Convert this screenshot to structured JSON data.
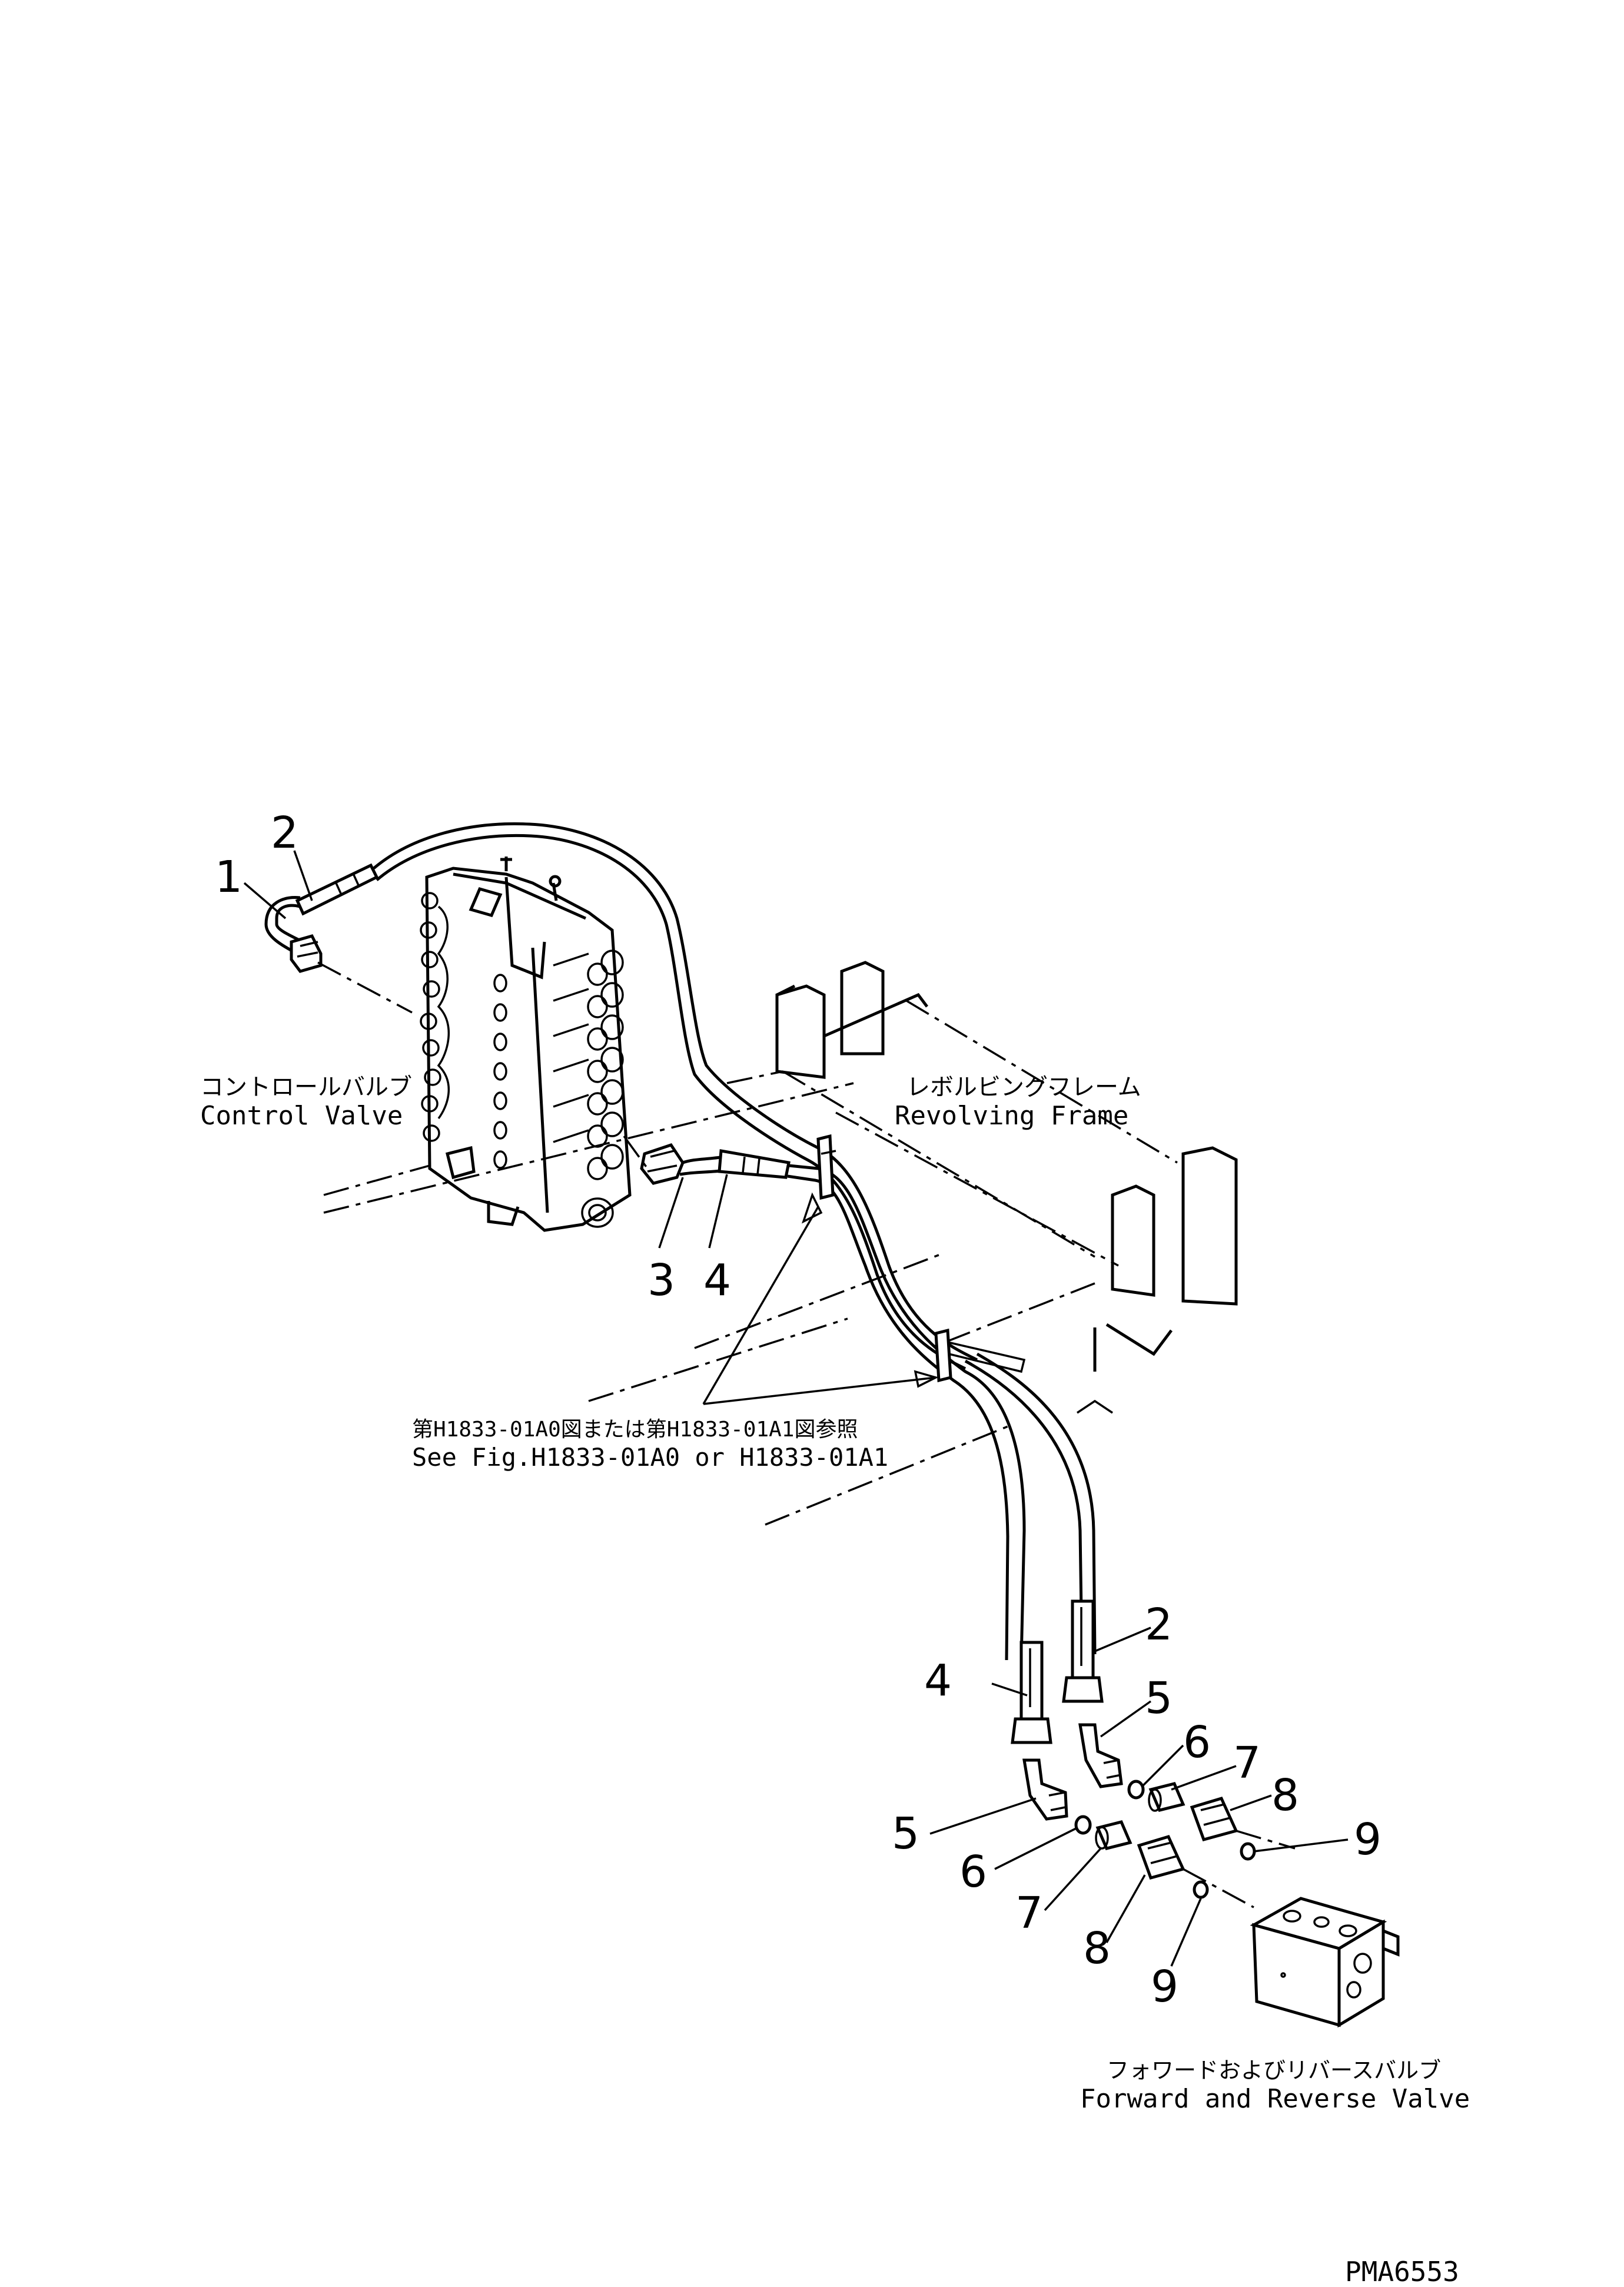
{
  "labels": {
    "control_valve_jp": "コントロールバルブ",
    "control_valve_en": "Control Valve",
    "revolving_frame_jp": "レボルビングフレーム",
    "revolving_frame_en": "Revolving Frame",
    "see_fig_jp": "第H1833-01A0図または第H1833-01A1図参照",
    "see_fig_en": "See Fig.H1833-01A0 or H1833-01A1",
    "fr_valve_jp": "フォワードおよびリバースバルブ",
    "fr_valve_en": "Forward and Reverse Valve",
    "drawing_code": "PMA6553"
  },
  "callouts": {
    "c1": "1",
    "c2_top": "2",
    "c3": "3",
    "c4_mid": "4",
    "c2_low": "2",
    "c4_low": "4",
    "c5_right": "5",
    "c6_right": "6",
    "c7_right": "7",
    "c8_right": "8",
    "c9_right": "9",
    "c5_left": "5",
    "c6_left": "6",
    "c7_left": "7",
    "c8_left": "8",
    "c9_left": "9"
  }
}
